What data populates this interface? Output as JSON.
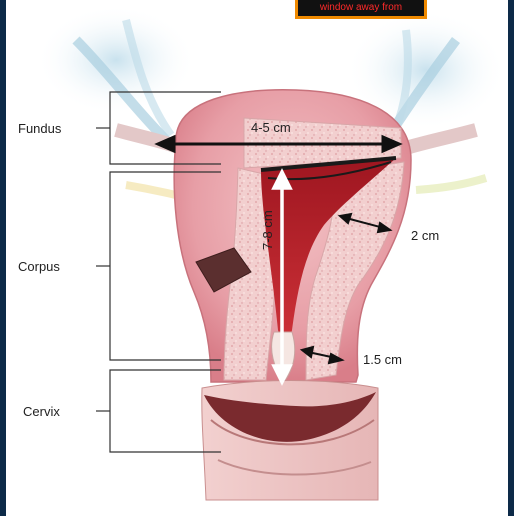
{
  "caption": "window away from",
  "labels": {
    "fundus": "Fundus",
    "corpus": "Corpus",
    "cervix": "Cervix"
  },
  "measurements": {
    "fundus_width": "4-5 cm",
    "length": "7-8 cm",
    "wall_thickness": "2 cm",
    "cervix_wall": "1.5 cm"
  },
  "colors": {
    "frame": "#0d2a48",
    "caption_border": "#f08a00",
    "caption_text": "#ff2a2a",
    "tissue": "#e8a2a8",
    "cavity": "#c8282e",
    "arrow": "#111111"
  }
}
